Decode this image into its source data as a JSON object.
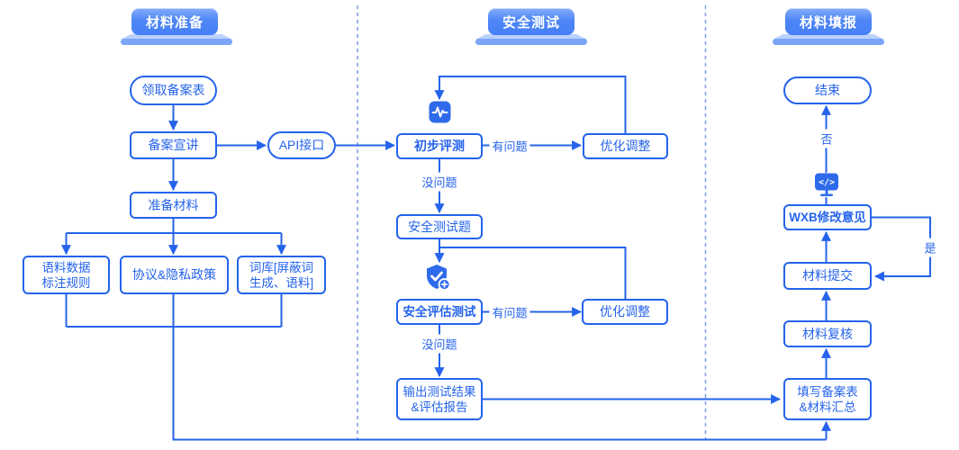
{
  "lanes": [
    {
      "title": "材料准备"
    },
    {
      "title": "安全测试"
    },
    {
      "title": "材料填报"
    }
  ],
  "nodes": {
    "receive_form": "领取备案表",
    "briefing": "备案宣讲",
    "api": "API接口",
    "prepare": "准备材料",
    "corpus_rules": "语料数据\n标注规则",
    "privacy": "协议&隐私政策",
    "lexicon": "词库[屏蔽词\n生成、语料]",
    "initial_eval": "初步评测",
    "optimize1": "优化调整",
    "test_questions": "安全测试题",
    "security_eval": "安全评估测试",
    "optimize2": "优化调整",
    "output_report": "输出测试结果\n&评估报告",
    "end": "结束",
    "wxb_feedback": "WXB修改意见",
    "submit": "材料提交",
    "review": "材料复核",
    "fill_form": "填写备案表\n&材料汇总"
  },
  "edge_labels": {
    "has_issue_1": "有问题",
    "no_issue_1": "没问题",
    "has_issue_2": "有问题",
    "no_issue_2": "没问题",
    "no": "否",
    "yes": "是"
  },
  "icons": {
    "pulse": "pulse-monitor-icon",
    "shield": "shield-check-plus-icon",
    "monitor": "code-monitor-icon"
  },
  "colors": {
    "line": "#2563EB",
    "node_border": "#2563EB",
    "node_text": "#2563EB",
    "header_fill": "#4E86F7",
    "header_base": "#7AA5F9",
    "icon_fill": "#2E6BEB",
    "divider": "#7C9CE8",
    "background": "#FFFFFF"
  }
}
